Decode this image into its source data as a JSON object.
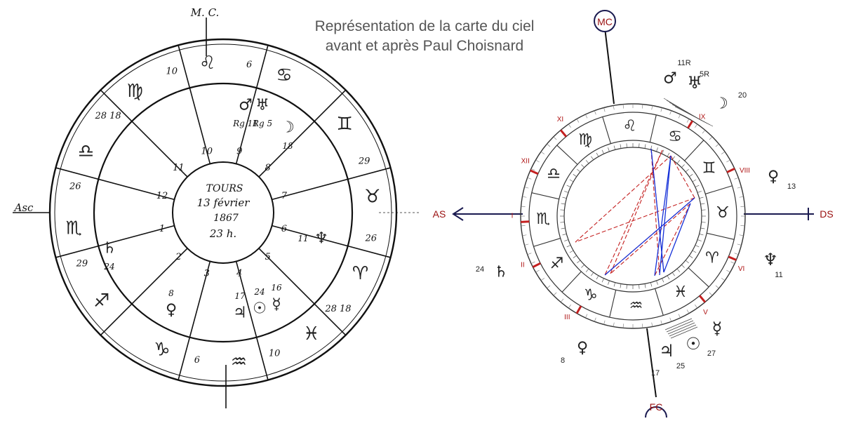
{
  "title": {
    "line1": "Représentation de la carte du ciel",
    "line2": "avant et après Paul Choisnard"
  },
  "old_chart": {
    "mc_label": "M. C.",
    "asc_label": "Asc",
    "center": {
      "line1": "TOURS",
      "line2": "13 février",
      "line3": "1867",
      "line4": "23 h."
    },
    "houses": [
      "1",
      "2",
      "3",
      "4",
      "5",
      "6",
      "7",
      "8",
      "9",
      "10",
      "11",
      "12"
    ],
    "cusp_signs": [
      {
        "glyph": "♌",
        "deg": "6"
      },
      {
        "glyph": "♋",
        "deg": ""
      },
      {
        "glyph": "♊",
        "deg": "29"
      },
      {
        "glyph": "♉",
        "deg": "26"
      },
      {
        "glyph": "♈",
        "deg": "28 18"
      },
      {
        "glyph": "♓",
        "deg": "10"
      },
      {
        "glyph": "♒",
        "deg": "6"
      },
      {
        "glyph": "♑",
        "deg": ""
      },
      {
        "glyph": "♐",
        "deg": "29"
      },
      {
        "glyph": "♏",
        "deg": "26"
      },
      {
        "glyph": "♎",
        "deg": "28 18"
      },
      {
        "glyph": "♍",
        "deg": "10"
      }
    ],
    "planets": [
      {
        "glyph": "♂",
        "note": "Rg 11"
      },
      {
        "glyph": "♅",
        "note": "Rg 5"
      },
      {
        "glyph": "☽",
        "note": "18"
      },
      {
        "glyph": "♆",
        "note": "11"
      },
      {
        "glyph": "♄",
        "note": "24"
      },
      {
        "glyph": "♀",
        "note": "8"
      },
      {
        "glyph": "♃",
        "note": "17"
      },
      {
        "glyph": "☉",
        "note": "24"
      },
      {
        "glyph": "☿",
        "note": "16"
      }
    ]
  },
  "new_chart": {
    "axes": {
      "mc": "MC",
      "fc": "FC",
      "as": "AS",
      "ds": "DS"
    },
    "houses": [
      "I",
      "II",
      "III",
      "V",
      "VI",
      "VIII",
      "IX",
      "XI",
      "XII"
    ],
    "signs": [
      "♌",
      "♋",
      "♊",
      "♉",
      "♈",
      "♓",
      "♒",
      "♑",
      "♐",
      "♏",
      "♎",
      "♍"
    ],
    "planets": [
      {
        "glyph": "♂",
        "deg": "11R"
      },
      {
        "glyph": "♅",
        "deg": "5R"
      },
      {
        "glyph": "☽",
        "deg": "20"
      },
      {
        "glyph": "♀",
        "deg": "13"
      },
      {
        "glyph": "♆",
        "deg": "11"
      },
      {
        "glyph": "♄",
        "deg": "24"
      },
      {
        "glyph": "♀",
        "deg": "8"
      },
      {
        "glyph": "♃",
        "deg": "25"
      },
      {
        "glyph": "☉",
        "deg": "27"
      },
      {
        "glyph": "☿",
        "deg": ""
      },
      {
        "glyph": "",
        "deg": "17"
      }
    ]
  },
  "colors": {
    "aspect_red": "#c42020",
    "aspect_blue": "#1530d8",
    "axis_red": "#9a1010"
  }
}
